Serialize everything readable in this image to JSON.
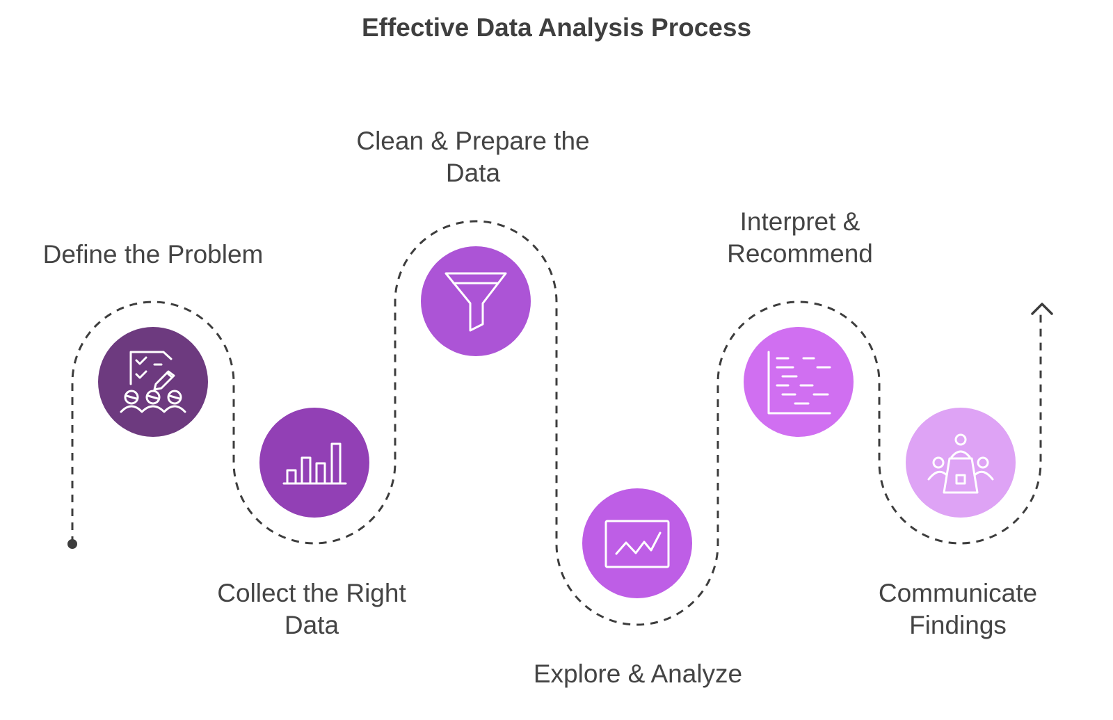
{
  "title": "Effective Data Analysis Process",
  "steps": [
    {
      "label_lines": [
        "Define the Problem"
      ],
      "color": "#6d3a7f",
      "icon": "checklist-team-icon"
    },
    {
      "label_lines": [
        "Collect the Right",
        "Data"
      ],
      "color": "#9240b5",
      "icon": "bar-chart-icon"
    },
    {
      "label_lines": [
        "Clean & Prepare the",
        "Data"
      ],
      "color": "#ac54d6",
      "icon": "funnel-icon"
    },
    {
      "label_lines": [
        "Explore & Analyze"
      ],
      "color": "#be5ee6",
      "icon": "line-chart-icon"
    },
    {
      "label_lines": [
        "Interpret &",
        "Recommend"
      ],
      "color": "#d06ff1",
      "icon": "gantt-chart-icon"
    },
    {
      "label_lines": [
        "Communicate",
        "Findings"
      ],
      "color": "#dea3f5",
      "icon": "meeting-icon"
    }
  ],
  "path_color": "#3d3d3d"
}
